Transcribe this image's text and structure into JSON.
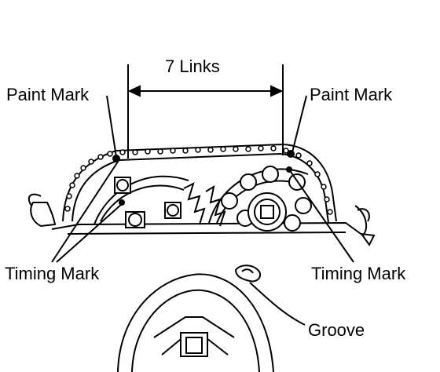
{
  "labels": {
    "links": "7 Links",
    "paint_mark_left": "Paint Mark",
    "paint_mark_right": "Paint Mark",
    "timing_mark_left": "Timing Mark",
    "timing_mark_right": "Timing Mark",
    "groove": "Groove"
  },
  "icons": {
    "camshaft_sprocket_left": "sprocket-icon",
    "camshaft_sprocket_right": "sprocket-icon",
    "crankshaft_pulley": "pulley-icon",
    "timing_chain": "chain-icon"
  },
  "colors": {
    "ink": "#000000",
    "background": "#ffffff"
  }
}
